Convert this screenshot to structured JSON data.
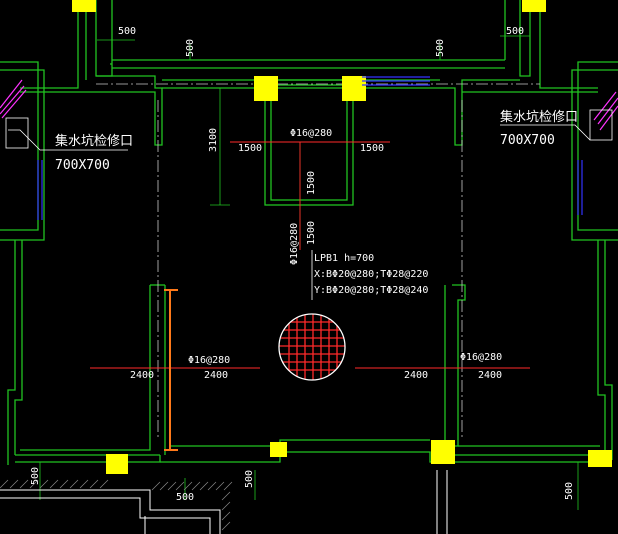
{
  "colors": {
    "background": "#000000",
    "wall": "#21c321",
    "wall_inner": "#3fd23f",
    "dim": "#ffffff",
    "axis": "#c8c8c8",
    "rebar": "#ff2a2a",
    "column": "#ffff00",
    "beam_orange": "#ff7a1a",
    "magenta": "#ff33ff",
    "blue": "#3333ff"
  },
  "dims": {
    "d500_top_left": "500",
    "d500_top_mid": "500",
    "d500_top_right": "500",
    "d3100": "3100",
    "d1500_left": "1500",
    "d1500_right": "1500",
    "d1500_vert": "1500",
    "d1500_vert2": "1500",
    "d2400_ll": "2400",
    "d2400_lr": "2400",
    "d2400_rl": "2400",
    "d2400_rr": "2400",
    "d500_bl": "500",
    "d500_bm": "500",
    "d500_bm2": "500",
    "d500_br": "500"
  },
  "rebar_labels": {
    "top": "Φ16@280",
    "vertical": "Φ16@280",
    "left": "Φ16@280",
    "right": "Φ16@280"
  },
  "slab": {
    "title": "LPB1 h=700",
    "x_line": "X:BΦ20@280;TΦ28@220",
    "y_line": "Y:BΦ20@280;TΦ28@240"
  },
  "pit_left": {
    "title": "集水坑检修口",
    "size": "700X700"
  },
  "pit_right": {
    "title": "集水坑检修口",
    "size": "700X700"
  }
}
